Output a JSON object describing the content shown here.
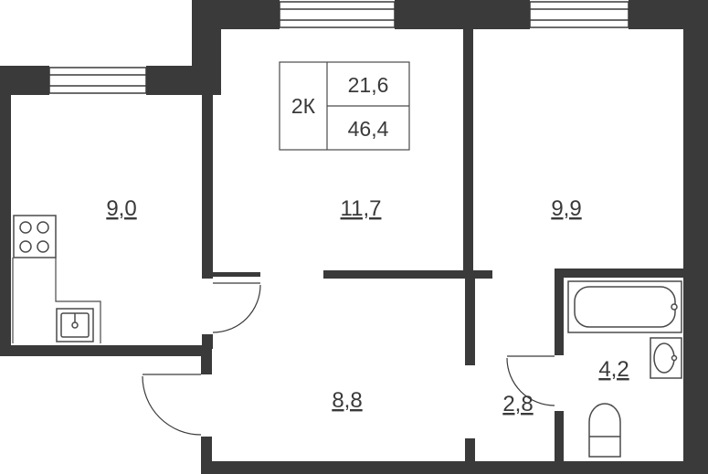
{
  "apartment": {
    "type": "2К",
    "living_area": "21,6",
    "total_area": "46,4"
  },
  "rooms": [
    {
      "id": "kitchen",
      "area": "9,0"
    },
    {
      "id": "living-room",
      "area": "11,7"
    },
    {
      "id": "bedroom",
      "area": "9,9"
    },
    {
      "id": "hallway",
      "area": "8,8"
    },
    {
      "id": "corridor",
      "area": "2,8"
    },
    {
      "id": "bathroom",
      "area": "4,2"
    }
  ],
  "colors": {
    "wall": "#3a3a3a",
    "fixture": "#4a4a4a",
    "background": "#ffffff"
  }
}
